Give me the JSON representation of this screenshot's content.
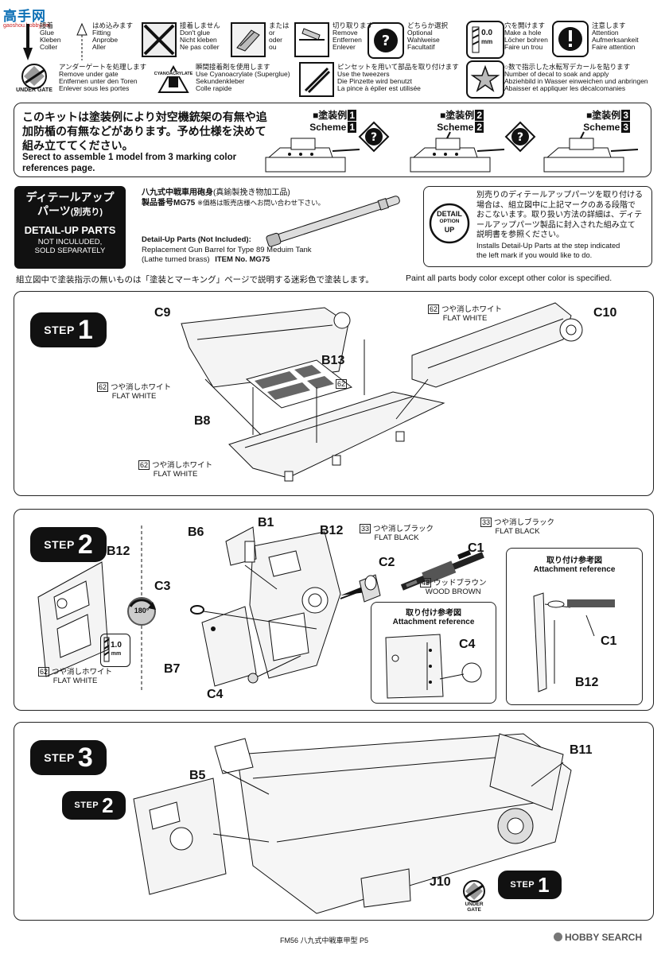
{
  "watermark": {
    "logo_text": "高手网",
    "url": "gaoshou.hobby.net"
  },
  "symbols": [
    {
      "jp": "接着",
      "en": [
        "Glue",
        "Kleben",
        "Coller"
      ]
    },
    {
      "jp": "はめ込みます",
      "en": [
        "Fitting",
        "Anprobe",
        "Aller"
      ]
    },
    {
      "jp": "接着しません",
      "en": [
        "Don't glue",
        "Nicht kleben",
        "Ne pas coller"
      ]
    },
    {
      "jp": "または",
      "en": [
        "or",
        "oder",
        "ou"
      ]
    },
    {
      "jp": "切り取ります",
      "en": [
        "Remove",
        "Entfernen",
        "Enlever"
      ]
    },
    {
      "jp": "どちらか選択",
      "en": [
        "Optional",
        "Wahlweise",
        "Facultatif"
      ]
    },
    {
      "jp": "穴を開けます",
      "en": [
        "Make a hole",
        "Löcher bohren",
        "Faire un trou"
      ],
      "value": "0.0",
      "unit": "mm"
    },
    {
      "jp": "注意します",
      "en": [
        "Attention",
        "Aufmerksankeit",
        "Faire attention"
      ]
    },
    {
      "jp": "アンダーゲートを処理します",
      "en": [
        "Remove under gate",
        "Entfernen unter den Toren",
        "Enlever sous les portes"
      ],
      "icon_text": "UNDER GATE"
    },
    {
      "jp": "瞬間接着剤を使用します",
      "en": [
        "Use Cyanoacrylate (Superglue)",
        "Sekundenkleber",
        "Colle rapide"
      ],
      "icon_text": "CYANOACRYLATE"
    },
    {
      "jp": "ピンセットを用いて部品を取り付けます",
      "en": [
        "Use the tweezers",
        "Die Pinzette wird benutzt",
        "La pince à épiler est utilisée"
      ]
    },
    {
      "jp": "○数で指示した水転写デカールを貼ります",
      "en": [
        "Number of decal to soak and apply",
        "Abziehbild in Wasser einweichen und anbringen",
        "Abaisser et appliquer les décalcomanies"
      ]
    }
  ],
  "scheme_box": {
    "jp_text": [
      "このキットは塗装例により対空機銃架の有無や追",
      "加防楯の有無などがあります。予め仕様を決めて",
      "組み立ててください。"
    ],
    "en_text": [
      "Serect to assemble 1 model from 3 marking color",
      "references page."
    ],
    "schemes": [
      {
        "jp": "■塗装例",
        "num": "1",
        "en": "Scheme"
      },
      {
        "jp": "■塗装例",
        "num": "2",
        "en": "Scheme"
      },
      {
        "jp": "■塗装例",
        "num": "3",
        "en": "Scheme"
      }
    ]
  },
  "detail_up": {
    "badge_jp": [
      "ディテールアップ",
      "パーツ",
      "(別売り)"
    ],
    "badge_en": [
      "DETAIL-UP PARTS",
      "NOT INCULUDED,",
      "SOLD SEPARATELY"
    ],
    "product_jp": "八九式中戦車用砲身",
    "product_jp_sub": "(真鍮製挽き物加工品)",
    "product_no_jp": "製品番号MG75",
    "price_note": "※価格は販売店様へお問い合わせ下さい。",
    "en_title": "Detail-Up Parts (Not Included):",
    "en_lines": [
      "Replacement Gun Barrel for Type 89 Meduim Tank",
      "(Lathe turned brass)"
    ],
    "item_no": "ITEM No. MG75",
    "icon_text": [
      "DETAIL",
      "OPTION",
      "UP"
    ],
    "note_jp": [
      "別売りのディテールアップパーツを取り付ける",
      "場合は、組立図中に上記マークのある段階で",
      "おこないます。取り扱い方法の詳細は、ディテ",
      "ールアップパーツ製品に封入された組み立て",
      "説明書を参照ください。"
    ],
    "note_en": [
      "Installs Detail-Up Parts at the step indicated",
      "the left mark if you would like to do."
    ]
  },
  "paint_note_jp": "組立図中で塗装指示の無いものは「塗装とマーキング」ページで説明する迷彩色で塗装します。",
  "paint_note_en": "Paint all parts body color except other color is specified.",
  "steps": {
    "step_label": "STEP",
    "s1": {
      "num": "1",
      "parts": [
        "C9",
        "C10",
        "B13",
        "B8"
      ],
      "paint": [
        {
          "code": "62",
          "jp": "つや消しホワイト",
          "en": "FLAT WHITE"
        },
        {
          "code": "62",
          "jp": "つや消しホワイト",
          "en": "FLAT WHITE"
        },
        {
          "code": "62",
          "jp": "つや消しホワイト",
          "en": "FLAT WHITE"
        }
      ],
      "small_code": "62"
    },
    "s2": {
      "num": "2",
      "parts": [
        "B12",
        "B6",
        "B1",
        "B12",
        "C2",
        "C1",
        "C3",
        "B7",
        "C4"
      ],
      "paint": [
        {
          "code": "33",
          "jp": "つや消しブラック",
          "en": "FLAT BLACK"
        },
        {
          "code": "33",
          "jp": "つや消しブラック",
          "en": "FLAT BLACK"
        },
        {
          "code": "43",
          "jp": "ウッドブラウン",
          "en": "WOOD BROWN"
        },
        {
          "code": "62",
          "jp": "つや消しホワイト",
          "en": "FLAT WHITE"
        }
      ],
      "rotate": "180°",
      "hole": {
        "value": "1.0",
        "unit": "mm"
      },
      "ref1": {
        "jp": "取り付け参考図",
        "en": "Attachment reference",
        "part": "C4"
      },
      "ref2": {
        "jp": "取り付け参考図",
        "en": "Attachment reference",
        "parts": [
          "C1",
          "B12"
        ]
      }
    },
    "s3": {
      "num": "3",
      "parts": [
        "B5",
        "B11",
        "J10"
      ],
      "sub_step_a": "2",
      "sub_step_b": "1",
      "under_gate": "UNDER GATE"
    }
  },
  "footer": {
    "text": "FM56 八九式中戦車甲型 P5",
    "brand": "HOBBY SEARCH"
  }
}
